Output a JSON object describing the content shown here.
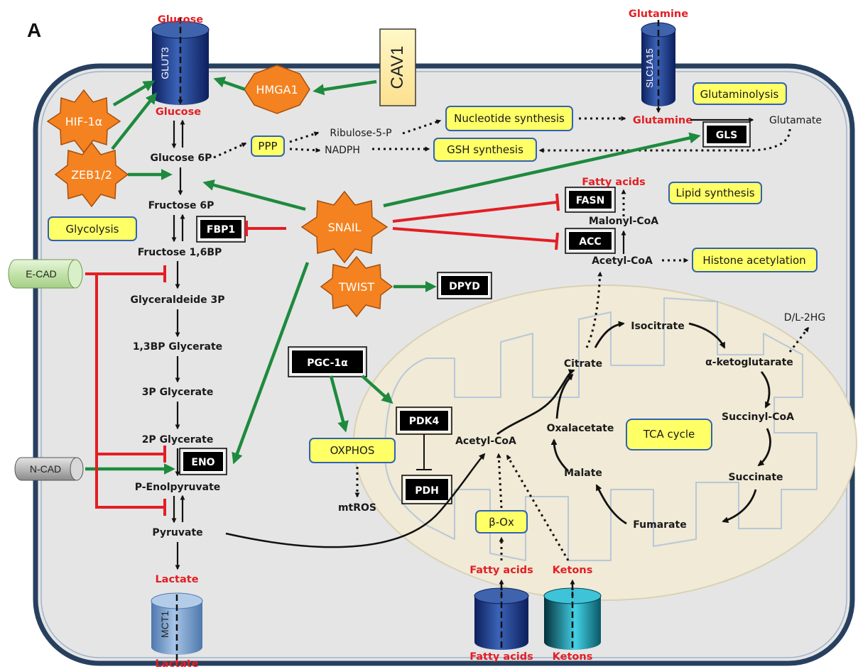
{
  "panel_label": "A",
  "colors": {
    "activation": "#1e8a3e",
    "inhibition": "#e31e24",
    "enzyme_box": "#000000",
    "process_box": "#ffff66",
    "regulator": "#f58220",
    "cell": "#e6e6e6",
    "mitochondrion": "#f0ead6"
  },
  "transporters": {
    "glut3": "GLUT3",
    "slc1a15": "SLC1A15",
    "mct1": "MCT1",
    "ecad": "E-CAD",
    "ncad": "N-CAD",
    "cav1": "CAV1"
  },
  "red_labels": {
    "glucose_out": "Glucose",
    "glucose_in": "Glucose",
    "glutamine_out": "Glutamine",
    "glutamine_in": "Glutamine",
    "fatty_acids_top": "Fatty acids",
    "lactate_in": "Lactate",
    "lactate_out": "Lactate",
    "fatty_acids_in": "Fatty acids",
    "ketons_in": "Ketons",
    "fatty_acids_out": "Fatty acids",
    "ketons_out": "Ketons"
  },
  "regulators": {
    "hmga1": "HMGA1",
    "hif1a": "HIF-1α",
    "zeb12": "ZEB1/2",
    "snail": "SNAIL",
    "twist": "TWIST"
  },
  "processes": {
    "nucleotide": "Nucleotide synthesis",
    "glutaminolysis": "Glutaminolysis",
    "ppp": "PPP",
    "gsh": "GSH synthesis",
    "lipid": "Lipid synthesis",
    "glycolysis": "Glycolysis",
    "histone": "Histone acetylation",
    "oxphos": "OXPHOS",
    "tca": "TCA cycle",
    "box": "β-Ox"
  },
  "enzymes": {
    "gls": "GLS",
    "fasn": "FASN",
    "fbp1": "FBP1",
    "acc": "ACC",
    "dpyd": "DPYD",
    "pgc1a": "PGC-1α",
    "pdk4": "PDK4",
    "eno": "ENO",
    "pdh": "PDH"
  },
  "metabolites": {
    "glucose6p": "Glucose 6P",
    "fructose6p": "Fructose 6P",
    "fructose16bp": "Fructose 1,6BP",
    "glyceraldeide3p": "Glyceraldeide 3P",
    "bp13glycerate": "1,3BP Glycerate",
    "p3glycerate": "3P Glycerate",
    "p2glycerate": "2P Glycerate",
    "penolpyruvate": "P-Enolpyruvate",
    "pyruvate": "Pyruvate",
    "malonylcoa": "Malonyl-CoA",
    "acetylcoa_cyto": "Acetyl-CoA",
    "acetylcoa_mito": "Acetyl-CoA",
    "citrate": "Citrate",
    "isocitrate": "Isocitrate",
    "aketoglutarate": "α-ketoglutarate",
    "succinylcoa": "Succinyl-CoA",
    "succinate": "Succinate",
    "fumarate": "Fumarate",
    "malate": "Malate",
    "oxalacetate": "Oxalacetate"
  },
  "plain_labels": {
    "ribulose5p": "Ribulose-5-P",
    "nadph": "NADPH",
    "glutamate": "Glutamate",
    "d_l_2hg": "D/L-2HG",
    "mtros": "mtROS"
  }
}
